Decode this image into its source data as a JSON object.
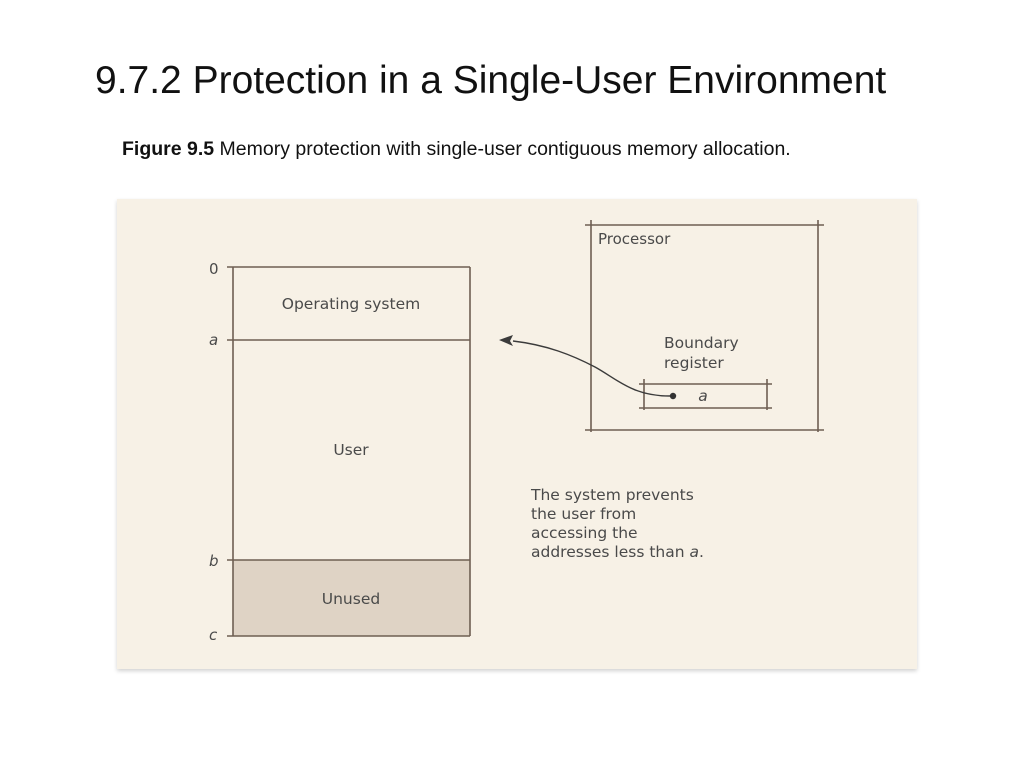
{
  "slide": {
    "title": "9.7.2 Protection in a Single-User Environment"
  },
  "figure": {
    "label": "Figure 9.5",
    "caption": " Memory protection with single-user contiguous memory allocation."
  },
  "diagram": {
    "memory": {
      "address_labels": [
        "0",
        "a",
        "b",
        "c"
      ],
      "regions": [
        {
          "label": "Operating system",
          "shaded": false
        },
        {
          "label": "User",
          "shaded": false
        },
        {
          "label": "Unused",
          "shaded": true
        }
      ]
    },
    "processor": {
      "title": "Processor",
      "register_label_line1": "Boundary",
      "register_label_line2": "register",
      "register_value": "a"
    },
    "note": {
      "lines": [
        "The system prevents",
        "the user from",
        "accessing the",
        "addresses less than "
      ],
      "emphasis": "a",
      "end": "."
    },
    "colors": {
      "background": "#f7f1e6",
      "line": "#6e5f52",
      "shaded_region": "#dfd3c5",
      "text": "#4a4a4a"
    }
  }
}
